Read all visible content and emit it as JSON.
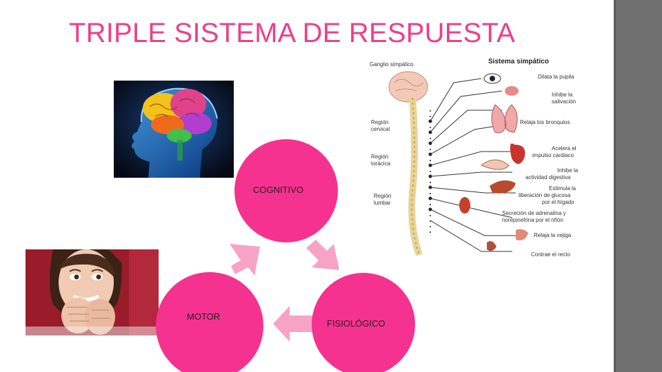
{
  "slide": {
    "title": "TRIPLE SISTEMA DE RESPUESTA"
  },
  "cycle": {
    "nodes": [
      {
        "label": "COGNITIVO"
      },
      {
        "label": "MOTOR"
      },
      {
        "label": "FISIOLÓGICO"
      }
    ],
    "colors": {
      "node": "#f5328f",
      "arrow": "#f6a3c6",
      "title": "#ee3f8b"
    }
  },
  "nervous_diagram": {
    "heading": "Sistema simpático",
    "left_labels": [
      {
        "text": "Ganglio simpático"
      },
      {
        "lines": [
          "Región",
          "cervical"
        ]
      },
      {
        "lines": [
          "Región",
          "torácica"
        ]
      },
      {
        "lines": [
          "Región",
          "lumbar"
        ]
      }
    ],
    "right_labels": [
      {
        "lines": [
          "Dilata la pupila"
        ]
      },
      {
        "lines": [
          "Inhibe la",
          "salivación"
        ]
      },
      {
        "lines": [
          "Relaja los bronquios"
        ]
      },
      {
        "lines": [
          "Acelera el",
          "impulso cardiaco"
        ]
      },
      {
        "lines": [
          "Inhibe la",
          "actividad digestiva"
        ]
      },
      {
        "lines": [
          "Estimula la",
          "liberación de glucosa",
          "por el hígado"
        ]
      },
      {
        "lines": [
          "Secreción de adrenalina y",
          "norepinefrina por el riñón"
        ]
      },
      {
        "lines": [
          "Relaja la vejiga"
        ]
      },
      {
        "lines": [
          "Contrae el recto"
        ]
      }
    ]
  },
  "images": {
    "brain": "brain-scan-image",
    "woman": "nervous-woman-photo"
  }
}
